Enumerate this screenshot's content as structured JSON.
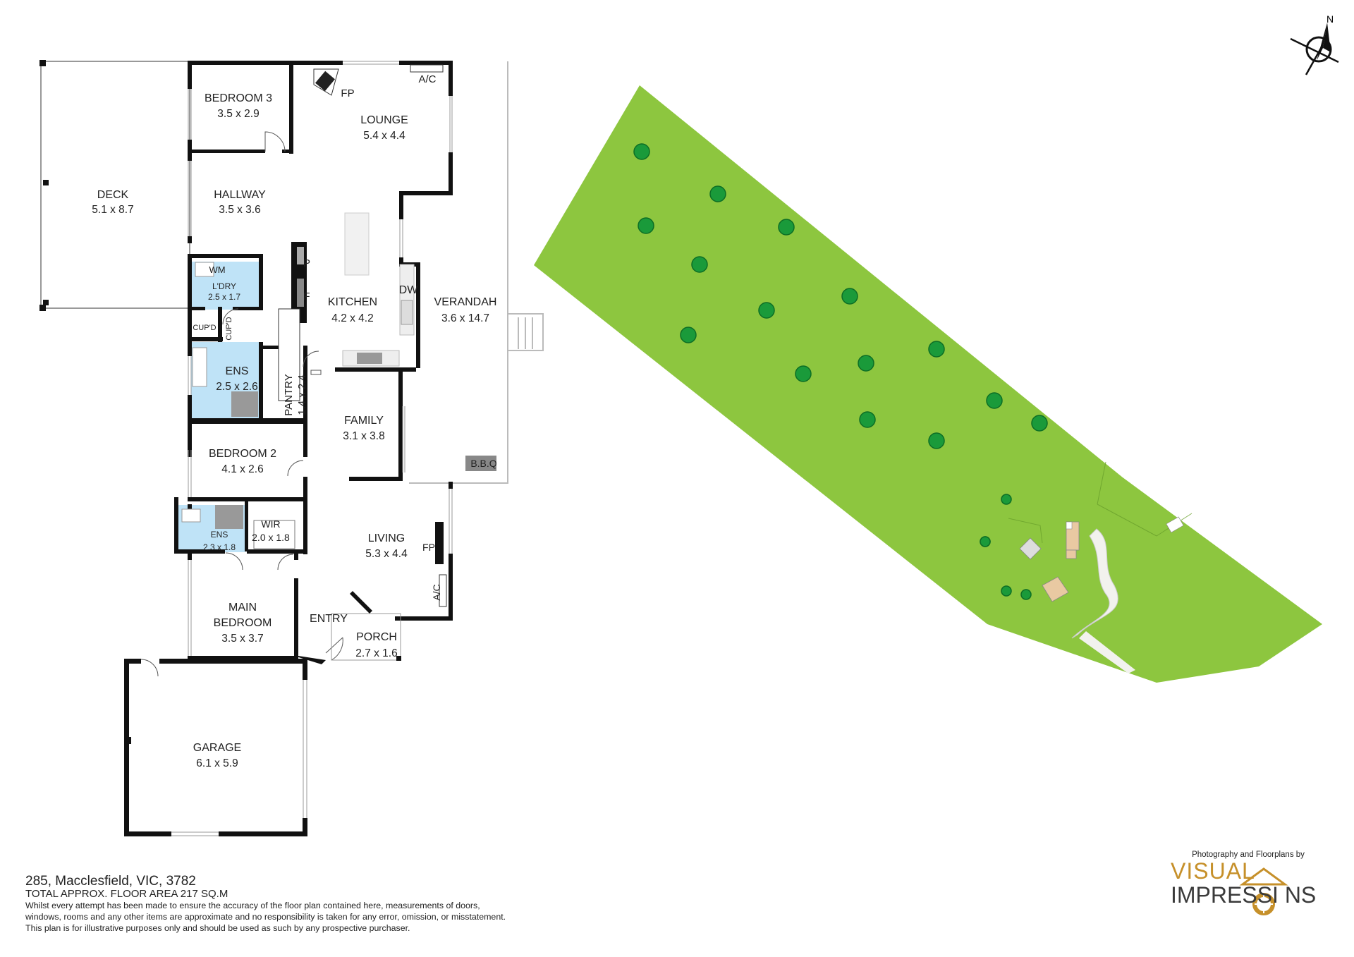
{
  "rooms": {
    "deck": {
      "name": "DECK",
      "dim": "5.1 x 8.7"
    },
    "bedroom3": {
      "name": "BEDROOM 3",
      "dim": "3.5 x 2.9"
    },
    "lounge": {
      "name": "LOUNGE",
      "dim": "5.4 x 4.4"
    },
    "hallway": {
      "name": "HALLWAY",
      "dim": "3.5 x 3.6"
    },
    "laundry": {
      "name": "L'DRY",
      "dim": "2.5 x 1.7"
    },
    "kitchen": {
      "name": "KITCHEN",
      "dim": "4.2 x 4.2"
    },
    "verandah": {
      "name": "VERANDAH",
      "dim": "3.6 x 14.7"
    },
    "ens1": {
      "name": "ENS",
      "dim": "2.5 x 2.6"
    },
    "pantry": {
      "name": "PANTRY",
      "dim": "1.4 x 2.4"
    },
    "family": {
      "name": "FAMILY",
      "dim": "3.1 x 3.8"
    },
    "bedroom2": {
      "name": "BEDROOM 2",
      "dim": "4.1 x 2.6"
    },
    "ens2": {
      "name": "ENS",
      "dim": "2.3 x 1.8"
    },
    "wir": {
      "name": "WIR",
      "dim": "2.0 x 1.8"
    },
    "living": {
      "name": "LIVING",
      "dim": "5.3 x 4.4"
    },
    "main_bedroom": {
      "name_line1": "MAIN",
      "name_line2": "BEDROOM",
      "dim": "3.5 x 3.7"
    },
    "entry": {
      "name": "ENTRY"
    },
    "porch": {
      "name": "PORCH",
      "dim": "2.7 x 1.6"
    },
    "garage": {
      "name": "GARAGE",
      "dim": "6.1 x 5.9"
    }
  },
  "fixtures": {
    "fp_lounge": "FP",
    "ac_lounge": "A/C",
    "wm": "WM",
    "pantry_p": "P",
    "fridge_f": "F",
    "dw": "DW",
    "cupd1": "CUP'D",
    "cupd2": "CUP'D",
    "bbq": "B.B.Q",
    "fp_living": "FP",
    "ac_living": "A/C"
  },
  "compass": {
    "label": "N"
  },
  "footer": {
    "address": "285, Macclesfield, VIC, 3782",
    "total_area": "TOTAL APPROX. FLOOR AREA 217 SQ.M",
    "disclaimer_line1": "Whilst every attempt has been made to ensure the accuracy of the floor plan contained here, measurements of doors,",
    "disclaimer_line2": "windows, rooms and any other items are approximate and no responsibility is taken for any error, omission, or misstatement.",
    "disclaimer_line3": "This plan is for illustrative purposes only and should be used as such by any prospective purchaser."
  },
  "branding": {
    "by_line": "Photography and Floorplans by",
    "word1": "VISUAL",
    "word2": "IMPRESSI NS"
  },
  "colors": {
    "lawn": "#8dc63f",
    "tree": "#1a9a3a",
    "wet_area": "#bfe3f7",
    "brand_gold": "#c6902a"
  }
}
